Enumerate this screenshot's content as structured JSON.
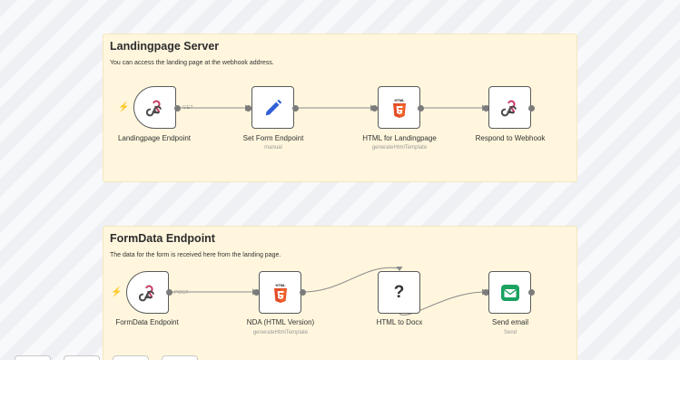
{
  "stickies": [
    {
      "title": "Landingpage Server",
      "description": "You can access the landing page at the webhook address."
    },
    {
      "title": "FormData Endpoint",
      "description": "The data for the form is received here from the landing page."
    }
  ],
  "nodes": {
    "landingpage_endpoint": {
      "label": "Landingpage Endpoint",
      "method": "GET",
      "icon": "webhook-icon"
    },
    "set_form_endpoint": {
      "label": "Set Form Endpoint",
      "subtitle": "manual",
      "icon": "pencil-icon"
    },
    "html_landingpage": {
      "label": "HTML for Landingpage",
      "subtitle": "generateHtmlTemplate",
      "icon": "html5-icon"
    },
    "respond_webhook": {
      "label": "Respond to Webhook",
      "icon": "webhook-icon"
    },
    "formdata_endpoint": {
      "label": "FormData Endpoint",
      "method": "POST",
      "icon": "webhook-icon"
    },
    "nda_html": {
      "label": "NDA (HTML Version)",
      "subtitle": "generateHtmlTemplate",
      "icon": "html5-icon"
    },
    "html_to_docx": {
      "label": "HTML to Docx",
      "icon": "question-mark-icon",
      "glyph": "?"
    },
    "send_email": {
      "label": "Send email",
      "subtitle": "Send",
      "icon": "email-icon"
    }
  },
  "colors": {
    "trigger_bolt": "#ff6d5a",
    "webhook_red": "#c73a63",
    "webhook_dark": "#4b4b4b",
    "html5_orange": "#e44d26",
    "pencil_blue": "#3060d8",
    "email_green": "#1aa260",
    "sticky_bg": "#fff6dd",
    "wire": "#8a8a8a"
  },
  "html5_badge_text": "HTML"
}
